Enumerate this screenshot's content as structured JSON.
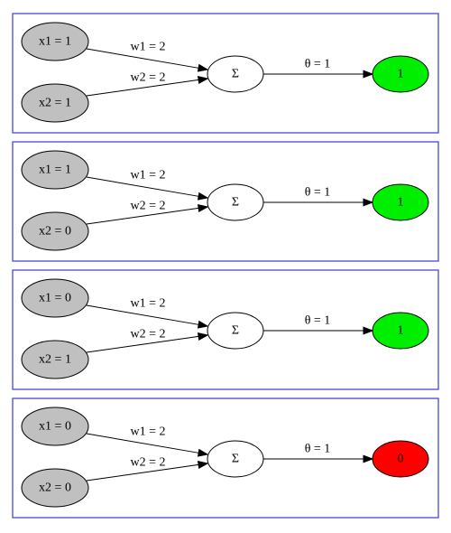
{
  "sum_symbol": "Σ",
  "colors": {
    "input_fill": "#c0c0c0",
    "sum_fill": "#ffffff",
    "out_true": "#00ee00",
    "out_false": "#ff0000",
    "border": "#3a3ad6"
  },
  "panels": [
    {
      "x1": "x1 = 1",
      "x2": "x2 = 1",
      "w1": "w1 = 2",
      "w2": "w2 = 2",
      "theta": "θ = 1",
      "out": "1",
      "out_state": "true"
    },
    {
      "x1": "x1 = 1",
      "x2": "x2 = 0",
      "w1": "w1 = 2",
      "w2": "w2 = 2",
      "theta": "θ = 1",
      "out": "1",
      "out_state": "true"
    },
    {
      "x1": "x1 = 0",
      "x2": "x2 = 1",
      "w1": "w1 = 2",
      "w2": "w2 = 2",
      "theta": "θ = 1",
      "out": "1",
      "out_state": "true"
    },
    {
      "x1": "x1 = 0",
      "x2": "x2 = 0",
      "w1": "w1 = 2",
      "w2": "w2 = 2",
      "theta": "θ = 1",
      "out": "0",
      "out_state": "false"
    }
  ]
}
